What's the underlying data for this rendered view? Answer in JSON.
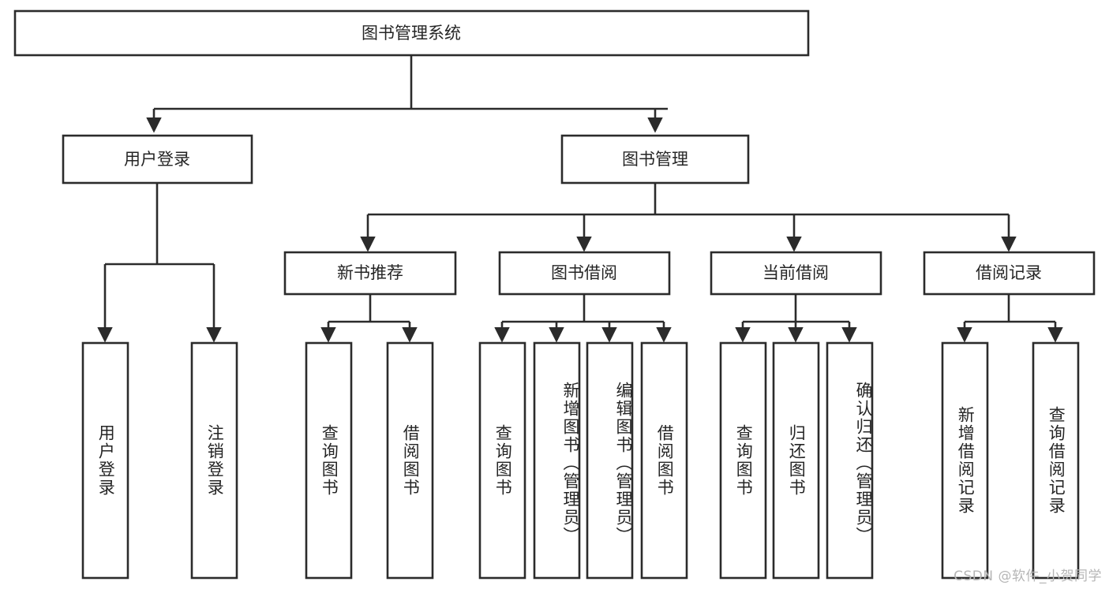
{
  "diagram": {
    "title": "图书管理系统",
    "type": "tree",
    "orientation": "top-down",
    "colors": {
      "box_fill": "#ffffff",
      "box_stroke": "#2b2b2b",
      "text": "#252525",
      "background": "#ffffff",
      "watermark": "#b6b6b6"
    },
    "root": {
      "label": "图书管理系统",
      "text_orientation": "horizontal"
    },
    "level2": [
      {
        "label": "用户登录",
        "text_orientation": "horizontal"
      },
      {
        "label": "图书管理",
        "text_orientation": "horizontal"
      }
    ],
    "level3": [
      {
        "label": "新书推荐",
        "text_orientation": "horizontal",
        "parent": "图书管理"
      },
      {
        "label": "图书借阅",
        "text_orientation": "horizontal",
        "parent": "图书管理"
      },
      {
        "label": "当前借阅",
        "text_orientation": "horizontal",
        "parent": "图书管理"
      },
      {
        "label": "借阅记录",
        "text_orientation": "horizontal",
        "parent": "图书管理"
      }
    ],
    "leaves": [
      {
        "label": "用户登录",
        "parent": "用户登录",
        "text_orientation": "vertical"
      },
      {
        "label": "注销登录",
        "parent": "用户登录",
        "text_orientation": "vertical"
      },
      {
        "label": "查询图书",
        "parent": "新书推荐",
        "text_orientation": "vertical"
      },
      {
        "label": "借阅图书",
        "parent": "新书推荐",
        "text_orientation": "vertical"
      },
      {
        "label": "查询图书",
        "parent": "图书借阅",
        "text_orientation": "vertical"
      },
      {
        "label": "新增图书（管理员）",
        "parent": "图书借阅",
        "text_orientation": "vertical"
      },
      {
        "label": "编辑图书（管理员）",
        "parent": "图书借阅",
        "text_orientation": "vertical"
      },
      {
        "label": "借阅图书",
        "parent": "图书借阅",
        "text_orientation": "vertical"
      },
      {
        "label": "查询图书",
        "parent": "当前借阅",
        "text_orientation": "vertical"
      },
      {
        "label": "归还图书",
        "parent": "当前借阅",
        "text_orientation": "vertical"
      },
      {
        "label": "确认归还（管理员）",
        "parent": "当前借阅",
        "text_orientation": "vertical"
      },
      {
        "label": "新增借阅记录",
        "parent": "借阅记录",
        "text_orientation": "vertical"
      },
      {
        "label": "查询借阅记录",
        "parent": "借阅记录",
        "text_orientation": "vertical"
      }
    ]
  },
  "watermark": {
    "text": "CSDN @软件_小贺同学"
  }
}
